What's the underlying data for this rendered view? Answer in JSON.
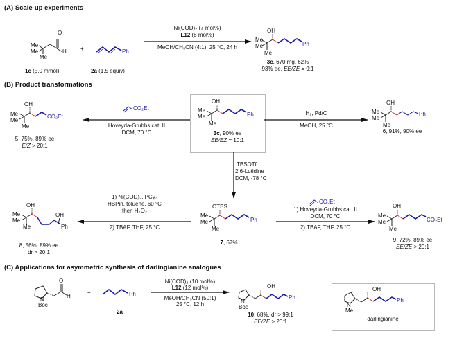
{
  "sections": {
    "a": "(A) Scale-up experiments",
    "b": "(B) Product transformations",
    "c": "(C) Applications for asymmetric synthesis of darlingianine analogues"
  },
  "colors": {
    "diene": "#1a1aa6",
    "new_bond": "#e02020",
    "bond": "#222222",
    "arrow": "#111111",
    "box": "#b8b8b8"
  },
  "atoms": {
    "me": "Me",
    "h": "H",
    "o": "O",
    "oh": "OH",
    "ph": "Ph",
    "otbs": "OTBS",
    "co2et": "CO₂Et",
    "n": "N",
    "boc": "Boc",
    "plus": "+"
  },
  "scheme_a": {
    "reagent1_id": "1c",
    "reagent1_amount": " (5.0 mmol)",
    "reagent2_id": "2a",
    "reagent2_amount": " (1.5 equiv)",
    "cond_line1": "Ni(COD)₂ (7 mol%)",
    "cond_line2_bold": "L12",
    "cond_line2_rest": " (8 mol%)",
    "cond_below": "MeOH/CH₃CN (4:1), 25 °C, 24 h",
    "product_id": "3c",
    "product_line1_rest": ", 670 mg, 62%",
    "product_line2_pre": "93% ee, ",
    "product_line2_ital": "EE/ZE",
    "product_line2_post": " = 9:1"
  },
  "scheme_b": {
    "center_id": "3c",
    "center_line1_rest": ", 90% ee",
    "center_line2_ital": "EE/EZ",
    "center_line2_post": " = 10:1",
    "left_reagent": "CO₂Et",
    "left_cond1": "Hoveyda-Grubbs cat. II",
    "left_cond2": "DCM, 70 °C",
    "p5_line1": "5, 75%, 89% ee",
    "p5_line2_ital": "E/Z",
    "p5_line2_post": " > 20:1",
    "right_cond1": "H₂, Pd/C",
    "right_cond2": "MeOH, 25 °C",
    "p6_line1": "6, 91%, 90% ee",
    "down_cond1": "TBSOTf",
    "down_cond2": "2,6-Lutidine",
    "down_cond3": "DCM, -78 °C",
    "p7_id": "7",
    "p7_rest": ", 67%",
    "left2_cond1": "1) Ni(COD)₂, PCy₃",
    "left2_cond2": "HBPin, toluene, 60 °C",
    "left2_cond3": "then H₂O₂",
    "left2_cond4": "2) TBAF, THF, 25 °C",
    "p8_line1": "8, 56%, 89% ee",
    "p8_line2": "dr > 20:1",
    "right2_reagent": "CO₂Et",
    "right2_cond1": "1) Hoveyda-Grubbs cat. II",
    "right2_cond2": "DCM, 70 °C",
    "right2_cond3": "2) TBAF, THF, 25 °C",
    "p9_line1": "9, 72%, 89% ee",
    "p9_line2_ital": "EE/ZE",
    "p9_line2_post": " > 20:1"
  },
  "scheme_c": {
    "reagent2_id": "2a",
    "cond_line1": "Ni(COD)₂ (10 mol%)",
    "cond_line2_bold": "L12",
    "cond_line2_rest": " (12 mol%)",
    "cond_below1": "MeOH/CH₃CN (50:1)",
    "cond_below2": "25 °C, 12 h",
    "p10_id": "10",
    "p10_rest": ", 68%, dr > 99:1",
    "p10_line2_ital": "EE/ZE",
    "p10_line2_post": " > 20:1",
    "natural_product": "darlingianine"
  }
}
